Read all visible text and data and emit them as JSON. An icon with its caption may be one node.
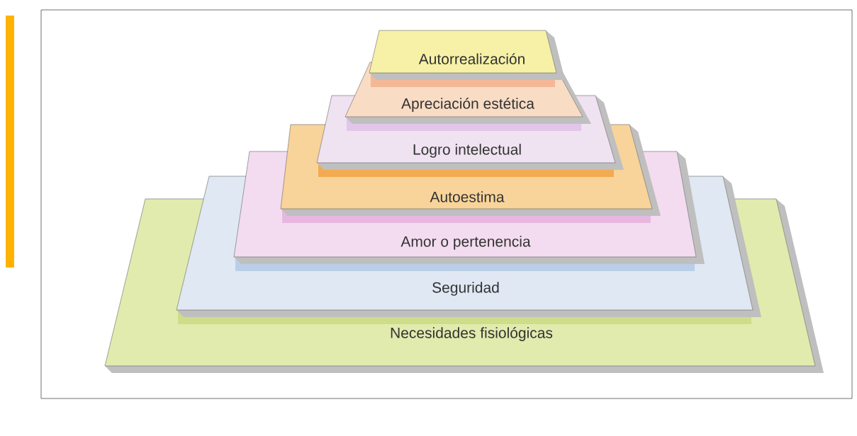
{
  "diagram": {
    "nodes": [
      {
        "text": [
          "Autorrealización"
        ]
      },
      {
        "text": [
          "Apreciación estética"
        ]
      },
      {
        "text": [
          "Logro intelectual"
        ]
      },
      {
        "text": [
          "Autoestima"
        ]
      },
      {
        "text": [
          "Amor o pertenencia"
        ]
      },
      {
        "text": [
          "Seguridad"
        ]
      },
      {
        "text": [
          "Necesidades fisiológicas"
        ]
      }
    ]
  }
}
